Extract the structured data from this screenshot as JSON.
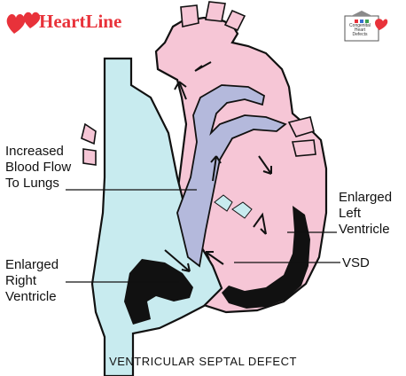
{
  "logo": {
    "name": "HeartLine",
    "color": "#e8323a",
    "icon": "two-hearts-icon"
  },
  "badge": {
    "icon": "school-badge-icon",
    "lines": [
      "Congenital",
      "Heart",
      "Defects"
    ]
  },
  "labels": {
    "lungs": [
      "Increased",
      "Blood Flow",
      "To Lungs"
    ],
    "left_ventricle": [
      "Enlarged",
      "Left",
      "Ventricle"
    ],
    "vsd": "VSD",
    "right_ventricle": [
      "Enlarged",
      "Right",
      "Ventricle"
    ]
  },
  "caption": "VENTRICULAR SEPTAL DEFECT",
  "colors": {
    "right_side": "#c8ebef",
    "left_side": "#f6c6d6",
    "mixing": "#b4b9dc",
    "outline": "#111111"
  }
}
